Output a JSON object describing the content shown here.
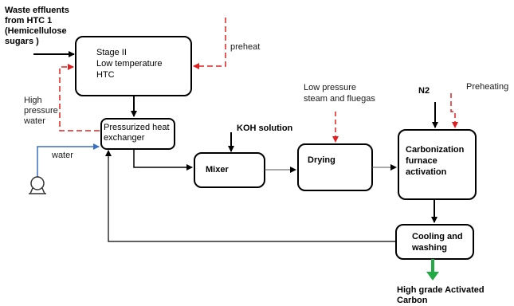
{
  "inputs": {
    "waste_effluents": "Waste effluents\nfrom HTC 1\n(Hemicellulose\nsugars )",
    "preheat": "preheat",
    "high_pressure_water": "High\npressure\nwater",
    "water": "water",
    "koh_solution": "KOH solution",
    "low_pressure_steam": "Low pressure\nsteam and fluegas",
    "n2": "N2",
    "preheating": "Preheating"
  },
  "boxes": {
    "stage2": "Stage II\nLow temperature\nHTC",
    "heat_exchanger": "Pressurized heat\nexchanger",
    "mixer": "Mixer",
    "drying": "Drying",
    "carbonization": "Carbonization\nfurnace\nactivation",
    "cooling": "Cooling and\nwashing"
  },
  "outputs": {
    "activated_carbon": "High grade Activated\nCarbon"
  },
  "colors": {
    "flow_line": "#000000",
    "heat_line": "#e02020",
    "water_line": "#3a6fc4",
    "product_arrow": "#22aa44"
  }
}
